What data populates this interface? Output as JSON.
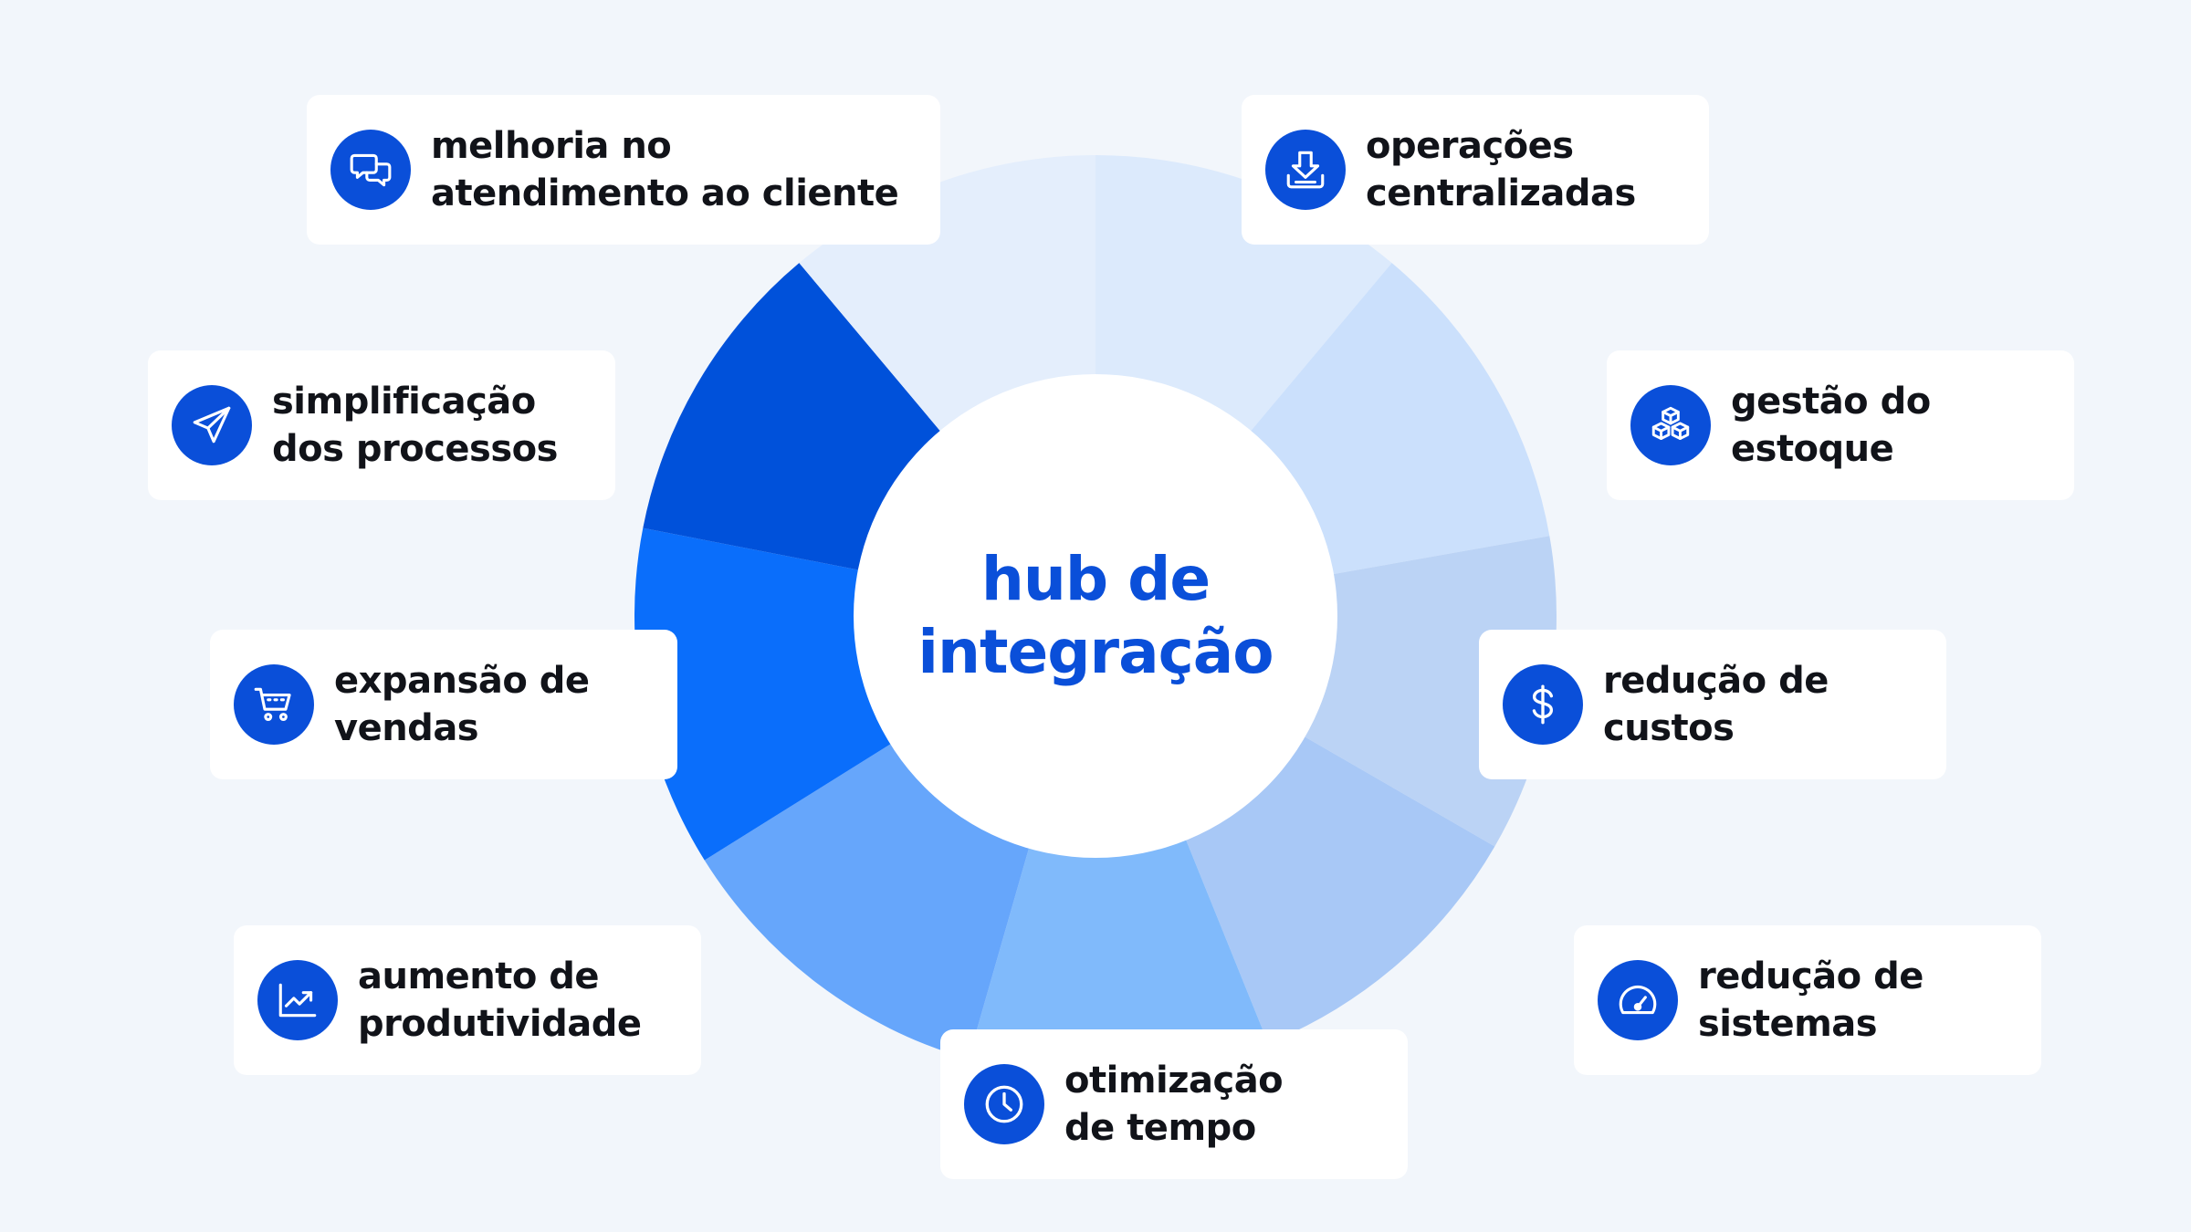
{
  "hub": {
    "line1": "hub de",
    "line2": "integração",
    "color": "#0A4FD9"
  },
  "colors": {
    "background": "#F2F6FB",
    "card": "#FFFFFF",
    "icon_circle": "#0A4FD9",
    "text": "#111319",
    "segments": [
      "#DCEAFC",
      "#CBE0FC",
      "#BBD3F5",
      "#A8C8F6",
      "#80BAFB",
      "#66A6FB",
      "#0A6EFB",
      "#0051DA",
      "#E4EEFC"
    ]
  },
  "benefits": [
    {
      "id": "atendimento",
      "icon": "chat-bubbles-icon",
      "line1": "melhoria no",
      "line2": "atendimento ao cliente"
    },
    {
      "id": "operacoes",
      "icon": "download-tray-icon",
      "line1": "operações",
      "line2": "centralizadas"
    },
    {
      "id": "processos",
      "icon": "paper-plane-icon",
      "line1": "simplificação",
      "line2": "dos processos"
    },
    {
      "id": "estoque",
      "icon": "boxes-icon",
      "line1": "gestão do",
      "line2": "estoque"
    },
    {
      "id": "vendas",
      "icon": "shopping-cart-icon",
      "line1": "expansão de",
      "line2": "vendas"
    },
    {
      "id": "custos",
      "icon": "dollar-sign-icon",
      "line1": "redução de",
      "line2": "custos"
    },
    {
      "id": "produtividade",
      "icon": "trend-chart-icon",
      "line1": "aumento de",
      "line2": "produtividade"
    },
    {
      "id": "sistemas",
      "icon": "speedometer-icon",
      "line1": "redução de",
      "line2": "sistemas"
    },
    {
      "id": "tempo",
      "icon": "clock-icon",
      "line1": "otimização",
      "line2": "de tempo"
    }
  ]
}
